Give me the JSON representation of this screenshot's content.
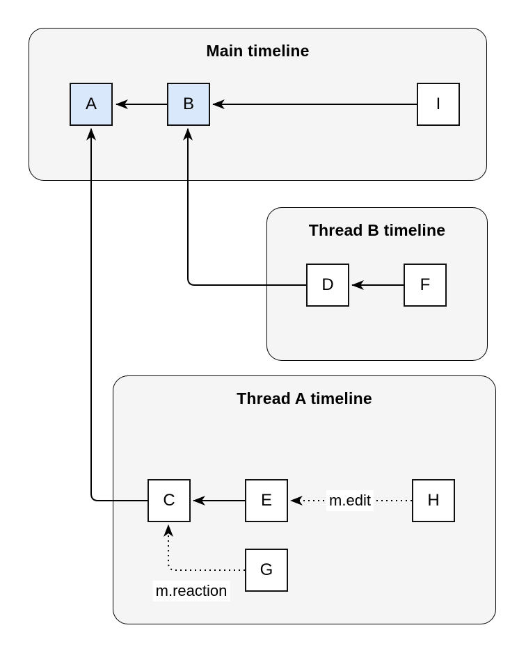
{
  "containers": {
    "main": {
      "label": "Main timeline"
    },
    "thread_b": {
      "label": "Thread B timeline"
    },
    "thread_a": {
      "label": "Thread A timeline"
    }
  },
  "nodes": {
    "a": {
      "label": "A",
      "fill": "#dae8fc",
      "container": "main"
    },
    "b": {
      "label": "B",
      "fill": "#dae8fc",
      "container": "main"
    },
    "i": {
      "label": "I",
      "fill": "#ffffff",
      "container": "main"
    },
    "d": {
      "label": "D",
      "fill": "#ffffff",
      "container": "thread_b"
    },
    "f": {
      "label": "F",
      "fill": "#ffffff",
      "container": "thread_b"
    },
    "c": {
      "label": "C",
      "fill": "#ffffff",
      "container": "thread_a"
    },
    "e": {
      "label": "E",
      "fill": "#ffffff",
      "container": "thread_a"
    },
    "h": {
      "label": "H",
      "fill": "#ffffff",
      "container": "thread_a"
    },
    "g": {
      "label": "G",
      "fill": "#ffffff",
      "container": "thread_a"
    }
  },
  "edges": [
    {
      "from": "B",
      "to": "A",
      "style": "solid",
      "label": ""
    },
    {
      "from": "I",
      "to": "B",
      "style": "solid",
      "label": ""
    },
    {
      "from": "F",
      "to": "D",
      "style": "solid",
      "label": ""
    },
    {
      "from": "D",
      "to": "B",
      "style": "solid",
      "label": ""
    },
    {
      "from": "E",
      "to": "C",
      "style": "solid",
      "label": ""
    },
    {
      "from": "C",
      "to": "A",
      "style": "solid",
      "label": ""
    },
    {
      "from": "H",
      "to": "E",
      "style": "dotted",
      "label": "m.edit"
    },
    {
      "from": "G",
      "to": "C",
      "style": "dotted",
      "label": "m.reaction"
    }
  ],
  "colors": {
    "container_fill": "#f5f5f5",
    "container_stroke": "#000000",
    "node_blue_fill": "#dae8fc",
    "node_white_fill": "#ffffff",
    "node_stroke": "#111111",
    "edge_stroke": "#000000",
    "page_background": "#ffffff"
  }
}
